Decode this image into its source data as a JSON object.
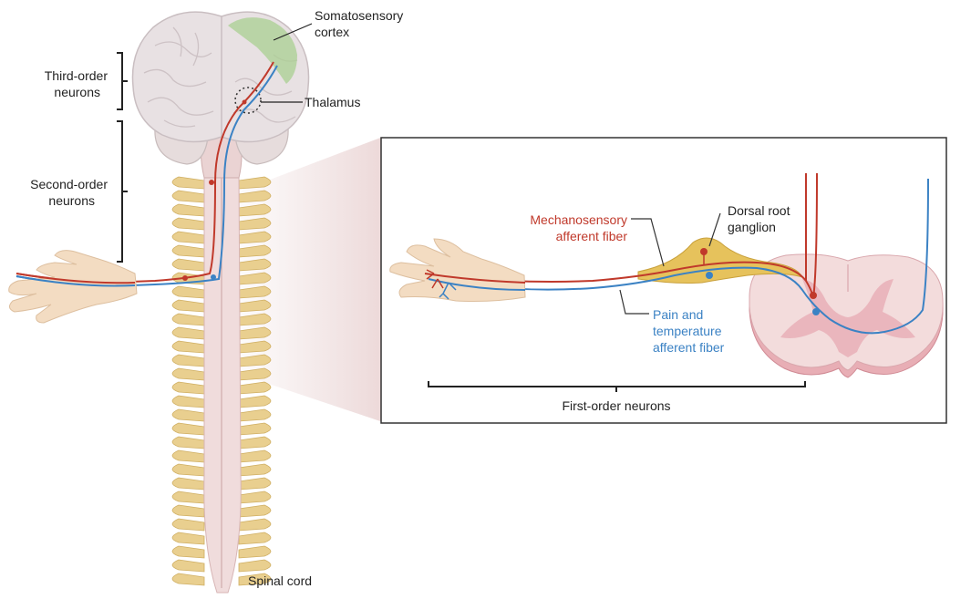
{
  "labels": {
    "somatosensory_line1": "Somatosensory",
    "somatosensory_line2": "cortex",
    "thalamus": "Thalamus",
    "third_order_line1": "Third-order",
    "third_order_line2": "neurons",
    "second_order_line1": "Second-order",
    "second_order_line2": "neurons",
    "spinal_cord": "Spinal cord",
    "mechano_line1": "Mechanosensory",
    "mechano_line2": "afferent fiber",
    "drg_line1": "Dorsal root",
    "drg_line2": "ganglion",
    "pain_line1": "Pain and",
    "pain_line2": "temperature",
    "pain_line3": "afferent fiber",
    "first_order": "First-order neurons"
  },
  "colors": {
    "mechanosensory_fiber": "#c0392b",
    "pain_temperature_fiber": "#3b82c4",
    "vertebrae": "#e9cf8f",
    "brain": "#e8e1e3",
    "cortex_highlight": "#a9cf92",
    "spinal_cord": "#f0dcdc",
    "grey_matter": "#eab6bd",
    "skin": "#f3dcc2",
    "ganglion": "#e6c25c"
  }
}
